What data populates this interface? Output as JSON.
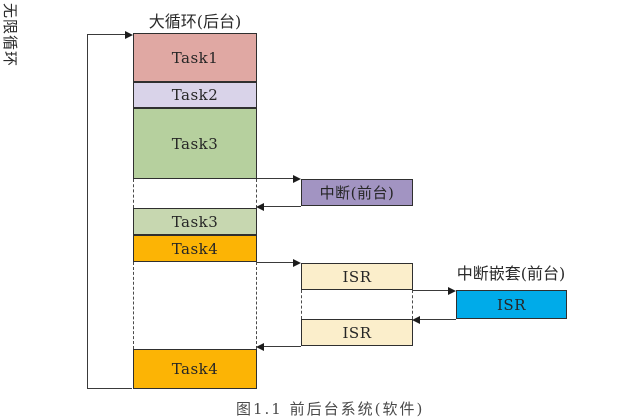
{
  "title": "大循环(后台)",
  "loop_label": "无限循环",
  "background_column": {
    "tasks": [
      {
        "label": "Task1",
        "color": "#e0a8a3"
      },
      {
        "label": "Task2",
        "color": "#d9d3e9"
      },
      {
        "label": "Task3",
        "color": "#b6d09e"
      },
      {
        "label": "Task3",
        "color": "#c7d7b0"
      },
      {
        "label": "Task4",
        "color": "#fcb405"
      },
      {
        "label": "Task4",
        "color": "#fcb405"
      }
    ]
  },
  "foreground": {
    "interrupt_box": {
      "label": "中断(前台)",
      "color": "#a294c2"
    },
    "isr_boxes": [
      {
        "label": "ISR",
        "color": "#fbeecb"
      },
      {
        "label": "ISR",
        "color": "#fbeecb"
      }
    ],
    "nested_label": "中断嵌套(前台)",
    "nested_isr": {
      "label": "ISR",
      "color": "#00abe9"
    }
  },
  "caption_clipped": "图1.1 前后台系统(软件)",
  "colors": {
    "line": "#3a3a3a",
    "border": "#2f2f2f",
    "task1_pink": "#e0a8a3",
    "task2_lavender": "#d9d3e9",
    "task3_green": "#b6d09e",
    "task3b_green_light": "#c7d7b0",
    "task4_amber": "#fcb405",
    "interrupt_purple": "#a294c2",
    "isr_cream": "#fbeecb",
    "nested_isr_blue": "#00abe9"
  }
}
